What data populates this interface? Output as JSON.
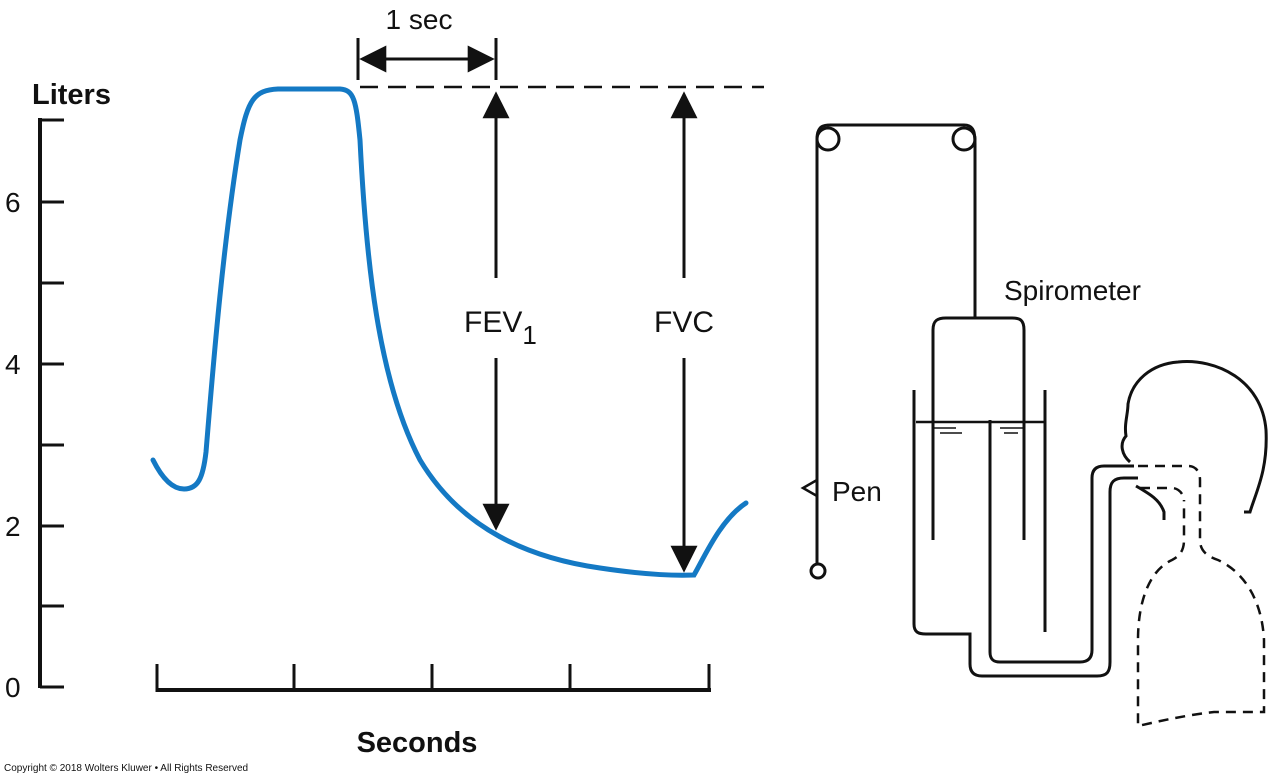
{
  "diagram": {
    "y_axis": {
      "title": "Liters",
      "ticks": [
        "0",
        "2",
        "4",
        "6"
      ]
    },
    "x_axis": {
      "title": "Seconds"
    },
    "interval_label": "1 sec",
    "fev_label": "FEV",
    "fev_subscript": "1",
    "fvc_label": "FVC",
    "spirometer_label": "Spirometer",
    "pen_label": "Pen"
  },
  "copyright": "Copyright © 2018 Wolters Kluwer • All Rights Reserved",
  "colors": {
    "curve": "#1479c4",
    "ink": "#111111"
  }
}
